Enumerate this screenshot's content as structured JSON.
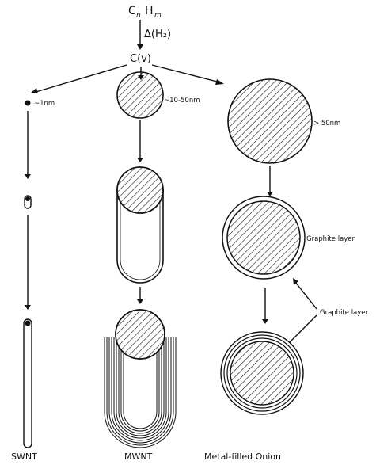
{
  "formula": {
    "c": "C",
    "n": "n",
    "h": "H",
    "m": "m",
    "condition": "Δ(H₂)",
    "vapor": "C(v)"
  },
  "sizes": {
    "swnt": "~1nm",
    "mwnt": "~10-50nm",
    "onion": "> 50nm"
  },
  "annotations": {
    "graphite_layer_1": "Graphite layer",
    "graphite_layer_2": "Graphite layer"
  },
  "columns": {
    "swnt": "SWNT",
    "mwnt": "MWNT",
    "onion": "Metal-filled Onion"
  }
}
